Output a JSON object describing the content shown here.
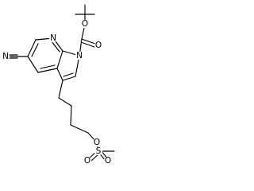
{
  "structure": {
    "atoms": {
      "ring_nitrogen": "N",
      "pyrrole_nitrogen": "N",
      "carbonyl_oxygen": "O",
      "ester_oxygen": "O",
      "nitrile_nitrogen": "N",
      "chain_oxygen": "O",
      "sulfur": "S",
      "sulfonyl_oxygen_left": "O",
      "sulfonyl_oxygen_right": "O"
    }
  }
}
